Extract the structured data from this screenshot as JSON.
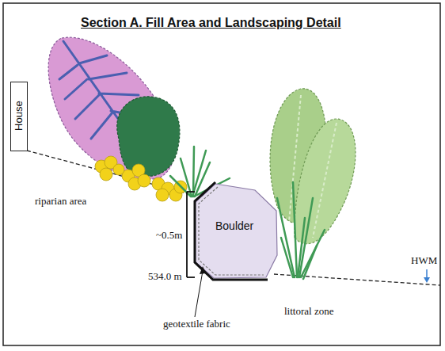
{
  "diagram": {
    "title": "Section A. Fill Area and Landscaping Detail",
    "nodes": [
      {
        "text": [
          "House"
        ]
      },
      {
        "text": [
          "Boulder"
        ]
      }
    ],
    "labels": [
      "riparian area",
      "~0.5m",
      "534.0 m",
      "geotextile fabric",
      "littoral zone",
      "HWM"
    ]
  }
}
